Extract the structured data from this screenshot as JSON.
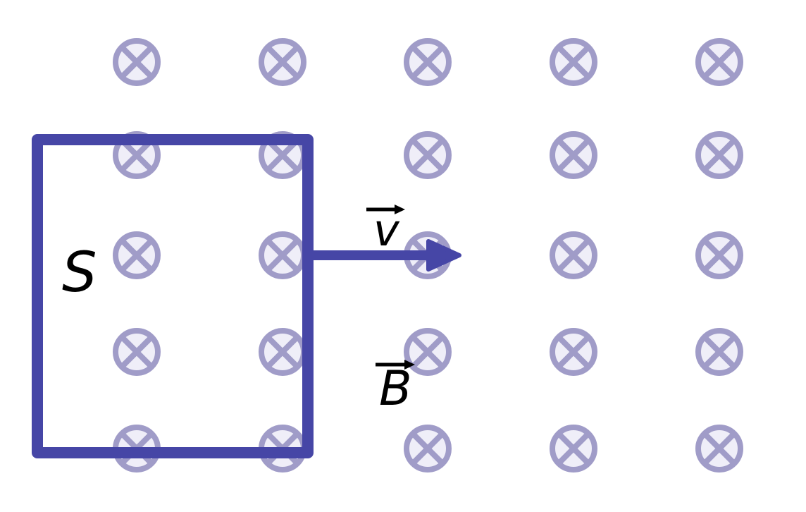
{
  "colors": {
    "background": "#ffffff",
    "loop": "#4646a6",
    "field_symbol_stroke": "#a09cc8",
    "field_symbol_fill": "#efeef8",
    "label": "#000000"
  },
  "field": {
    "symbol": "cross-into-page-icon",
    "rows": 5,
    "columns": 5
  },
  "labels": {
    "surface": "S",
    "velocity": "v",
    "field": "B"
  }
}
